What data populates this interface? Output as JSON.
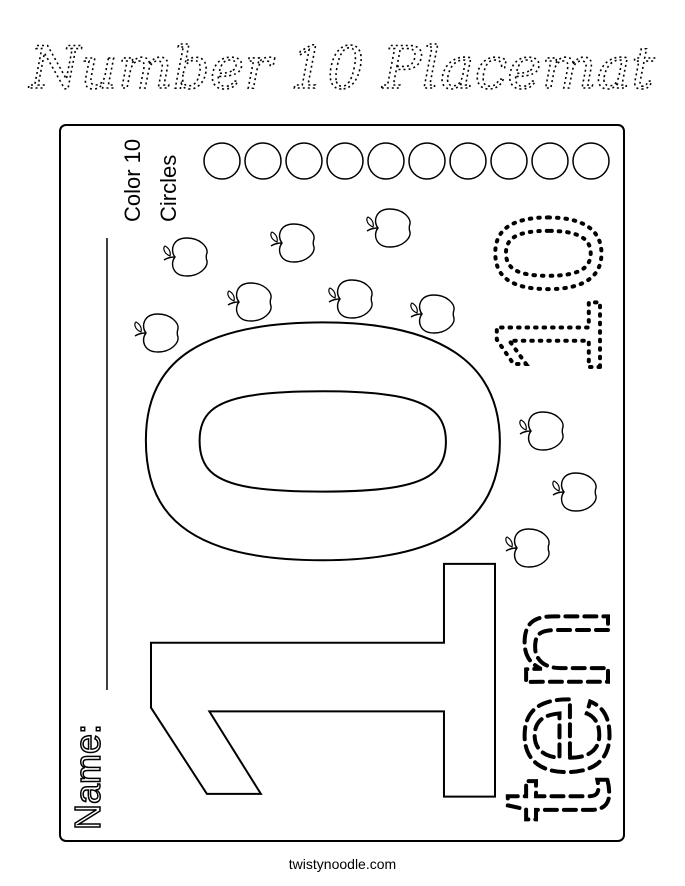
{
  "title": "Number 10 Placemat",
  "color_instruction_line1": "Color 10",
  "color_instruction_line2": "Circles",
  "name_label": "Name:",
  "big_numeral": "10",
  "dotted_numeral": "10",
  "number_word": "ten",
  "circle_count": 10,
  "apple_count": 10,
  "footer": "twistynoodle.com"
}
